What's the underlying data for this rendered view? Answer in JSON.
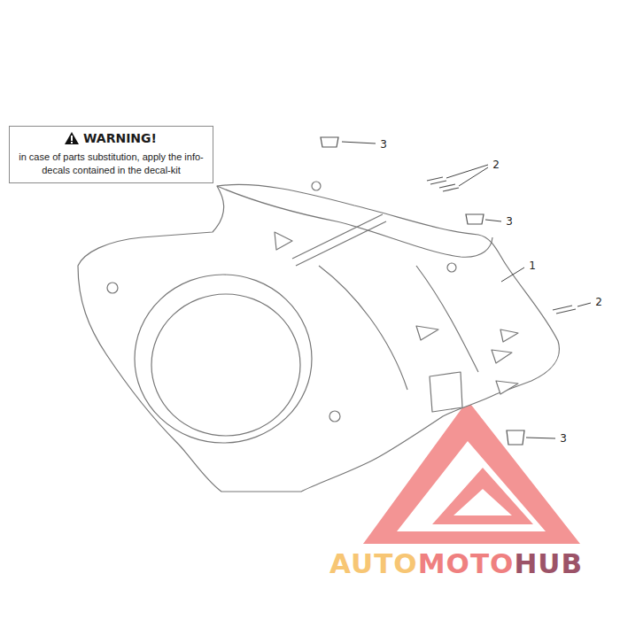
{
  "diagram": {
    "nodes": [
      {
        "text": [
          "WARNING!",
          "in case of parts substitution, apply the info-decals contained in the decal-kit"
        ]
      }
    ],
    "labels": [
      "3",
      "2",
      "3",
      "1",
      "2",
      "3",
      "AUTO",
      "MOTO",
      "HUB"
    ]
  }
}
